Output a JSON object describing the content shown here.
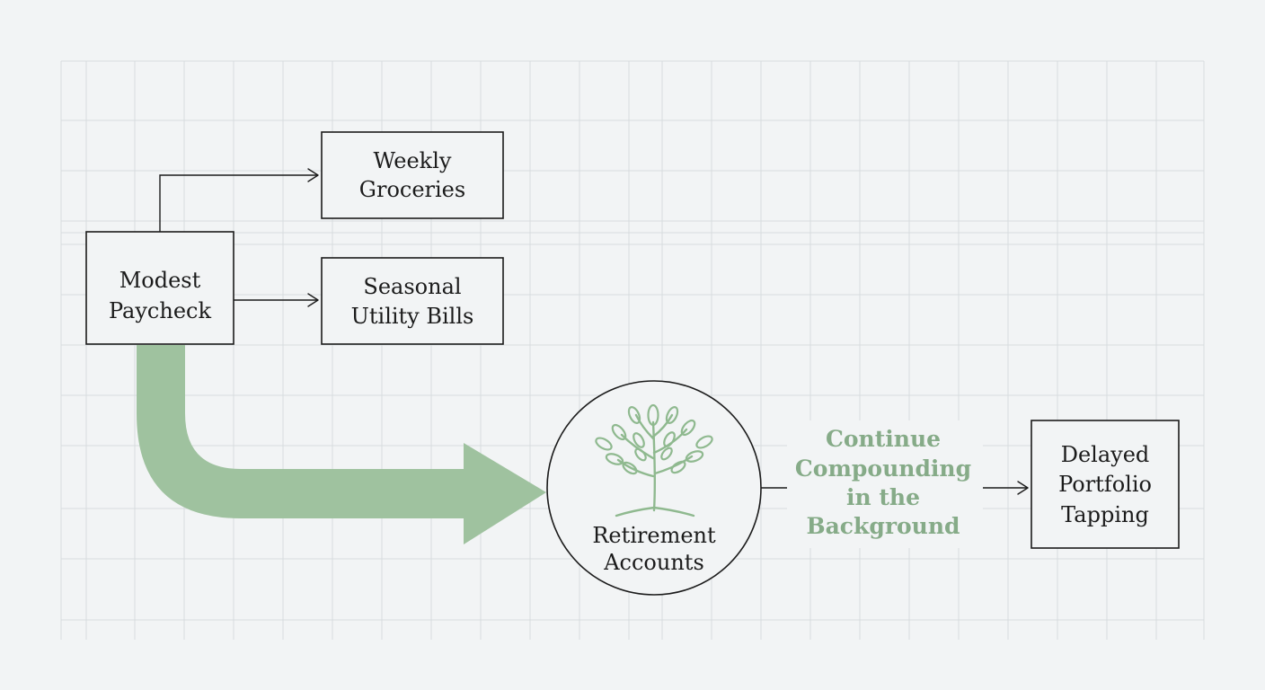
{
  "nodes": {
    "paycheck": {
      "line1": "Modest",
      "line2": "Paycheck"
    },
    "groceries": {
      "line1": "Weekly",
      "line2": "Groceries"
    },
    "utilities": {
      "line1": "Seasonal",
      "line2": "Utility Bills"
    },
    "retirement": {
      "line1": "Retirement",
      "line2": "Accounts"
    },
    "compounding": {
      "line1": "Continue",
      "line2": "Compounding",
      "line3": "in the",
      "line4": "Background"
    },
    "portfolio": {
      "line1": "Delayed",
      "line2": "Portfolio",
      "line3": "Tapping"
    }
  },
  "icons": {
    "retirement_icon": "tree-icon"
  },
  "colors": {
    "background": "#f2f4f5",
    "grid": "#d8dcdf",
    "accent_green": "#9fc29f",
    "text_green": "#86ab88",
    "ink": "#1b1b1b"
  }
}
